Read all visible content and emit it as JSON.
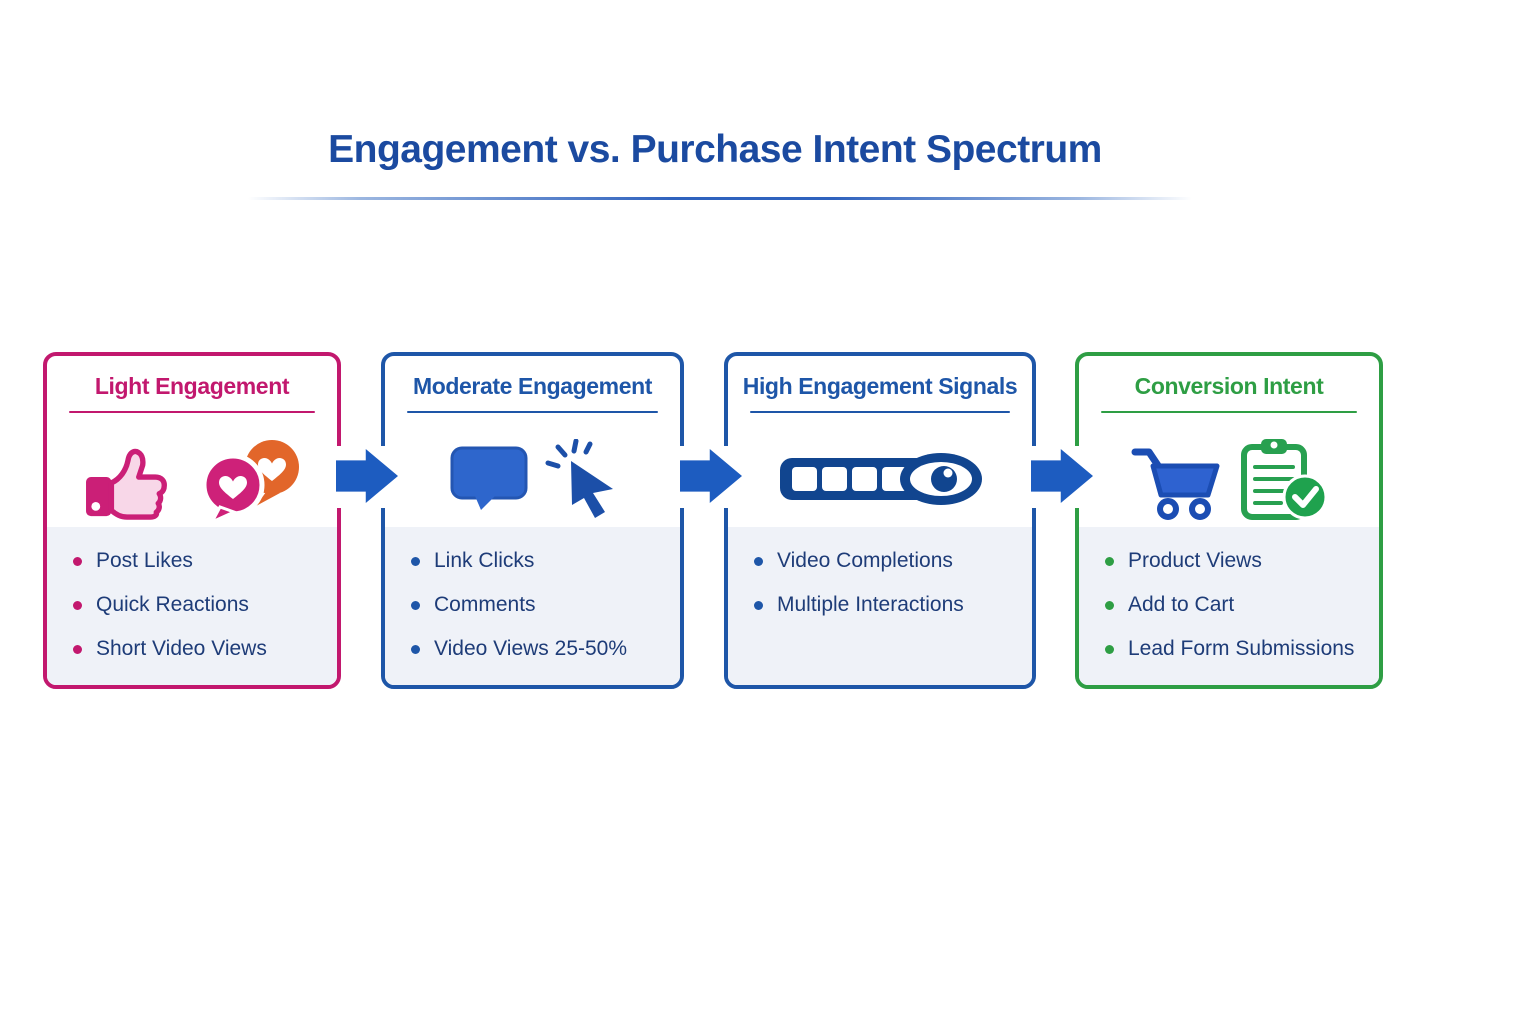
{
  "header": {
    "title": "Engagement vs. Purchase Intent Spectrum"
  },
  "cards": [
    {
      "title": "Light Engagement",
      "accent": "#C2186E",
      "icons": [
        "thumbs-up-icon",
        "heart-reaction-bubbles-icon"
      ],
      "items": [
        "Post Likes",
        "Quick Reactions",
        "Short Video Views"
      ]
    },
    {
      "title": "Moderate Engagement",
      "accent": "#1E56A8",
      "icons": [
        "speech-bubble-icon",
        "cursor-click-icon"
      ],
      "items": [
        "Link Clicks",
        "Comments",
        "Video Views 25-50%"
      ]
    },
    {
      "title": "High Engagement Signals",
      "accent": "#1E56A8",
      "icons": [
        "video-progress-eye-icon"
      ],
      "items": [
        "Video Completions",
        "Multiple Interactions"
      ]
    },
    {
      "title": "Conversion Intent",
      "accent": "#2E9E44",
      "icons": [
        "shopping-cart-icon",
        "checklist-check-icon"
      ],
      "items": [
        "Product Views",
        "Add to Cart",
        "Lead Form Submissions"
      ]
    }
  ],
  "colors": {
    "title_blue": "#1B4AA0",
    "body_text": "#1E3C78",
    "arrow_blue": "#1D5CC0",
    "panel_bg": "#EFF2F8",
    "pink_accent": "#C2186E",
    "blue_accent": "#1E56A8",
    "green_accent": "#2E9E44",
    "orange_bubble": "#E2662A",
    "icon_blue": "#2E66CC",
    "icon_dark_blue": "#11458F",
    "cart_blue": "#2E62D0",
    "check_green": "#1FA24E"
  }
}
